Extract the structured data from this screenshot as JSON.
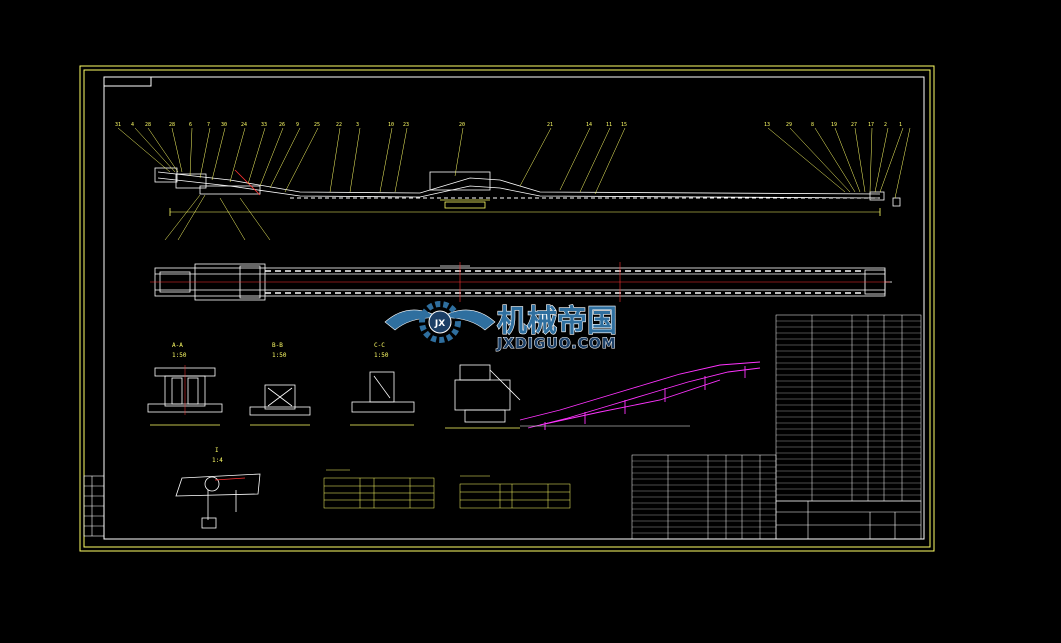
{
  "drawing": {
    "section_a_label": "A-A",
    "section_a_scale": "1:50",
    "section_b_label": "B-B",
    "section_b_scale": "1:50",
    "section_c_label": "C-C",
    "section_c_scale": "1:50",
    "detail_label": "I",
    "detail_scale": "1:4"
  },
  "watermark": {
    "title": "机械帝国",
    "subtitle": "JXDIGUO.COM",
    "logo_letters": "JX"
  },
  "colors": {
    "background": "#000000",
    "frame": "#ffff66",
    "lines": "#ffffff",
    "magenta": "#ff33ff",
    "red": "#ff3333",
    "watermark_blue": "#2f6f9f",
    "watermark_dark": "#1c3f66"
  }
}
